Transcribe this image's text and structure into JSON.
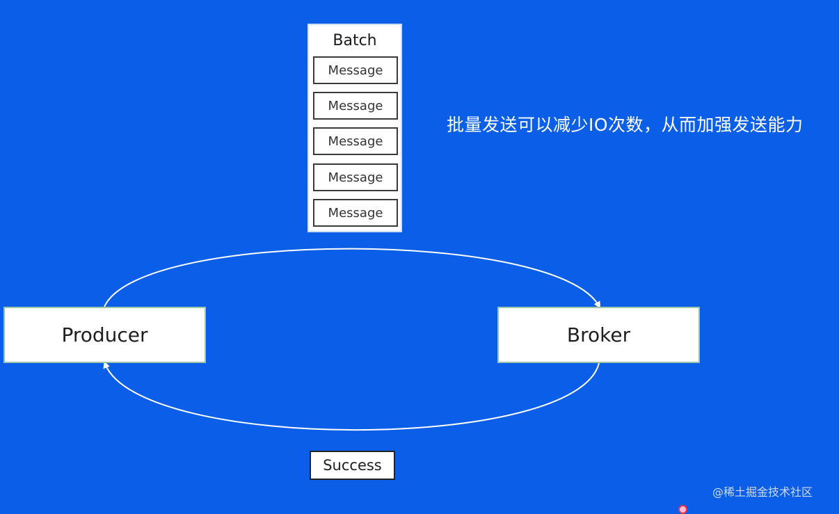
{
  "batch": {
    "title": "Batch",
    "messages": [
      "Message",
      "Message",
      "Message",
      "Message",
      "Message"
    ]
  },
  "producer_label": "Producer",
  "broker_label": "Broker",
  "success_label": "Success",
  "note": "批量发送可以减少IO次数，从而加强发送能力",
  "watermark": "@稀土掘金技术社区",
  "colors": {
    "background": "#0a5ee8",
    "box": "#ffffff",
    "arrow": "#ffffff"
  }
}
